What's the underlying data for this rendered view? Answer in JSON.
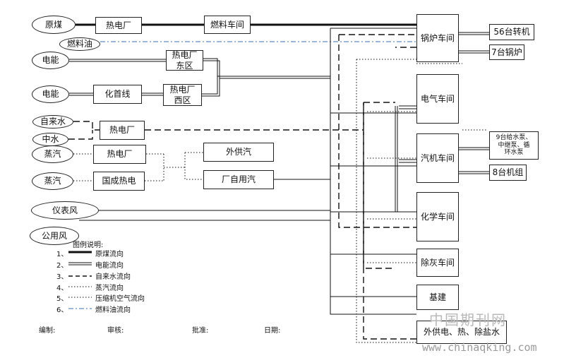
{
  "colors": {
    "line": "#111111",
    "fuel_oil": "#3a6fb5",
    "watermark": "#b9b9b9"
  },
  "sources": {
    "raw_coal": "原煤",
    "fuel_oil": "燃料油",
    "power_1": "电能",
    "power_2": "电能",
    "tap_water": "自来水",
    "reclaimed_water": "中水",
    "steam_1": "蒸汽",
    "steam_2": "蒸汽",
    "instrument_air": "仪表风",
    "service_air": "公用风"
  },
  "facilities": {
    "thermal_plant_top": "热电厂",
    "fuel_workshop": "燃料车间",
    "plant_east": [
      "热电厂",
      "东区"
    ],
    "chemical_line": "化首线",
    "plant_west": [
      "热电厂",
      "西区"
    ],
    "plant_water": "热电厂",
    "plant_steam": "热电厂",
    "guocheng": "国成热电",
    "external_steam": "外供汽",
    "own_steam": "厂自用汽"
  },
  "workshops": {
    "boiler": "锅炉车间",
    "electrical": "电气车间",
    "turbine": "汽机车间",
    "chemical": "化学车间",
    "ash": "除灰车间",
    "construction": "基建",
    "external": "外供电、热、除盐水"
  },
  "equipment": {
    "turbines": "56台转机",
    "boilers": "7台锅炉",
    "pumps": [
      "9台给水泵、",
      "中继泵、循",
      "环水泵"
    ],
    "units": "8台机组"
  },
  "legend": {
    "title": "图例说明:",
    "items": [
      {
        "num": "1、",
        "label": "原煤流向"
      },
      {
        "num": "2、",
        "label": "电能流向"
      },
      {
        "num": "3、",
        "label": "自来水流向"
      },
      {
        "num": "4、",
        "label": "蒸汽流向"
      },
      {
        "num": "5、",
        "label": "压缩机空气流向"
      },
      {
        "num": "6、",
        "label": "燃料油流向"
      }
    ]
  },
  "signatures": {
    "compiled": "编制:",
    "reviewed": "审核:",
    "approved": "批准:",
    "date": "日期:"
  },
  "watermark": {
    "cn": "中国期刊网",
    "url": "www.chinaqking.com"
  }
}
